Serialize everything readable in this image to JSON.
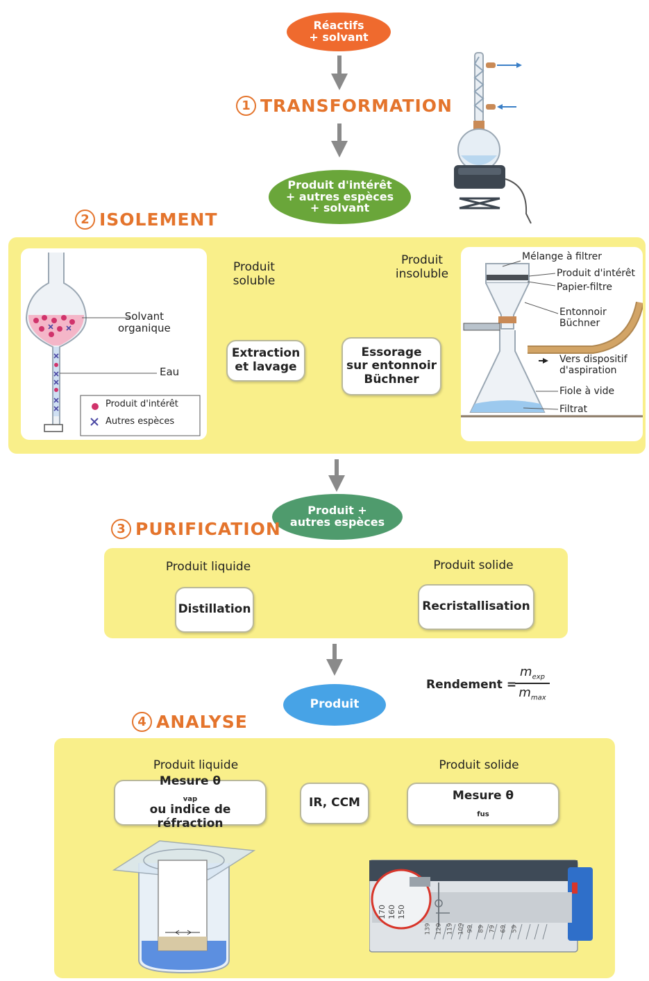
{
  "start_oval": {
    "line1": "Réactifs",
    "line2": "+ solvant"
  },
  "steps": {
    "transformation": {
      "num": "1",
      "label": "TRANSFORMATION"
    },
    "isolement": {
      "num": "2",
      "label": "ISOLEMENT"
    },
    "purification": {
      "num": "3",
      "label": "PURIFICATION"
    },
    "analyse": {
      "num": "4",
      "label": "ANALYSE"
    }
  },
  "oval_interet": {
    "line1": "Produit d'intérêt",
    "line2": "+ autres espèces",
    "line3": "+ solvant"
  },
  "isolement": {
    "soluble": {
      "line1": "Produit",
      "line2": "soluble"
    },
    "insoluble": {
      "line1": "Produit",
      "line2": "insoluble"
    },
    "box_extraction": {
      "line1": "Extraction",
      "line2": "et lavage"
    },
    "box_essorage": {
      "line1": "Essorage",
      "line2": "sur entonnoir",
      "line3": "Büchner"
    },
    "ampoule": {
      "solvant_line1": "Solvant",
      "solvant_line2": "organique",
      "eau": "Eau",
      "legend_produit": "Produit d'intérêt",
      "legend_autres": "Autres espèces"
    },
    "buchner": {
      "melange": "Mélange à filtrer",
      "produit": "Produit d'intérêt",
      "papier": "Papier-filtre",
      "entonnoir_line1": "Entonnoir",
      "entonnoir_line2": "Büchner",
      "vers_line1": "Vers dispositif",
      "vers_line2": "d'aspiration",
      "fiole": "Fiole à vide",
      "filtrat": "Filtrat"
    }
  },
  "oval_purif": {
    "line1": "Produit +",
    "line2": "autres espèces"
  },
  "purification": {
    "liquide": "Produit liquide",
    "solide": "Produit solide",
    "distillation": "Distillation",
    "recristallisation": "Recristallisation"
  },
  "oval_produit": "Produit",
  "rendement": {
    "label": "Rendement =",
    "num_m": "m",
    "num_sub": "exp",
    "den_m": "m",
    "den_sub": "max"
  },
  "analyse": {
    "liquide": "Produit liquide",
    "solide": "Produit solide",
    "mesure_vap_line1": "Mesure θ",
    "mesure_vap_sub": "vap",
    "mesure_vap_line2": "ou indice de réfraction",
    "ir": "IR, CCM",
    "mesure_fus": "Mesure θ",
    "mesure_fus_sub": "fus"
  },
  "banc_kofler_ticks": [
    "170",
    "160",
    "150",
    "139",
    "129",
    "119",
    "109",
    "99",
    "89",
    "79",
    "69",
    "59"
  ],
  "colors": {
    "orange": "#ef6a2e",
    "green": "#6aa63a",
    "teal": "#4f9b6d",
    "blue": "#47a3e6",
    "yellow": "#f9ef8a",
    "arrow": "#8a8a8a"
  }
}
